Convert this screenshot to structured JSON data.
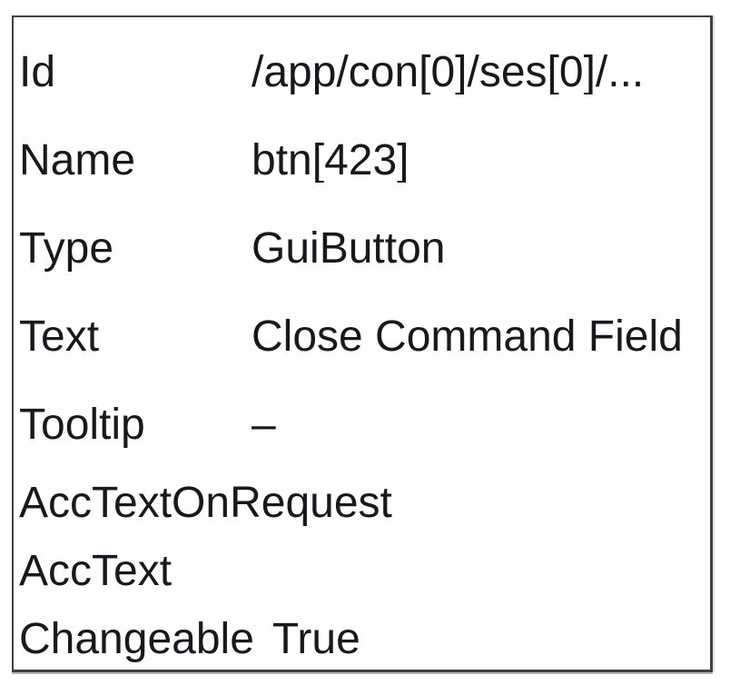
{
  "panel": {
    "rows": [
      {
        "label": "Id",
        "value": "/app/con[0]/ses[0]/..."
      },
      {
        "label": "Name",
        "value": "btn[423]"
      },
      {
        "label": "Type",
        "value": "GuiButton"
      },
      {
        "label": "Text",
        "value": "Close Command Field"
      },
      {
        "label": "Tooltip",
        "value": "–"
      },
      {
        "label": "AccTextOnRequest",
        "value": ""
      },
      {
        "label": "AccText",
        "value": ""
      },
      {
        "label": "Changeable",
        "value": "True"
      }
    ]
  }
}
